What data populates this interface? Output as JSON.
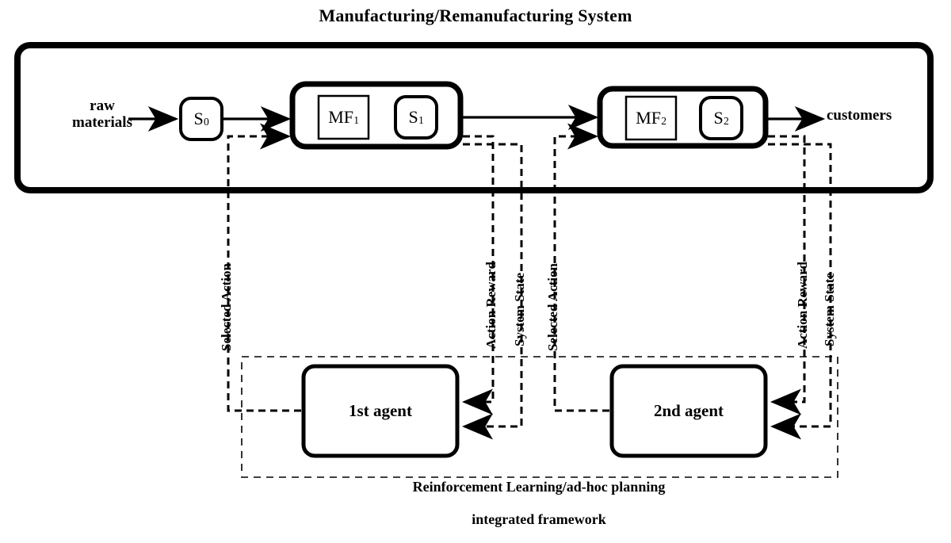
{
  "diagram": {
    "title": "Manufacturing/Remanufacturing System",
    "inputs": {
      "raw_materials": "raw\nmaterials"
    },
    "outputs": {
      "customers": "customers"
    },
    "nodes": {
      "s0": {
        "base": "S",
        "sub": "0"
      },
      "mf1": {
        "base": "MF",
        "sub": "1"
      },
      "s1": {
        "base": "S",
        "sub": "1"
      },
      "mf2": {
        "base": "MF",
        "sub": "2"
      },
      "s2": {
        "base": "S",
        "sub": "2"
      }
    },
    "agents": [
      {
        "label": "1st agent"
      },
      {
        "label": "2nd agent"
      }
    ],
    "edge_labels": {
      "selected_action_1": "Selected Action",
      "action_reward_1": "Action Reward",
      "system_state_1": "System State",
      "selected_action_2": "Selected Action",
      "action_reward_2": "Action Reward",
      "system_state_2": "System State"
    },
    "caption": {
      "line1": "Reinforcement Learning/ad-hoc planning",
      "line2": "integrated framework"
    },
    "colors": {
      "stroke": "#000000",
      "background": "#ffffff"
    }
  }
}
